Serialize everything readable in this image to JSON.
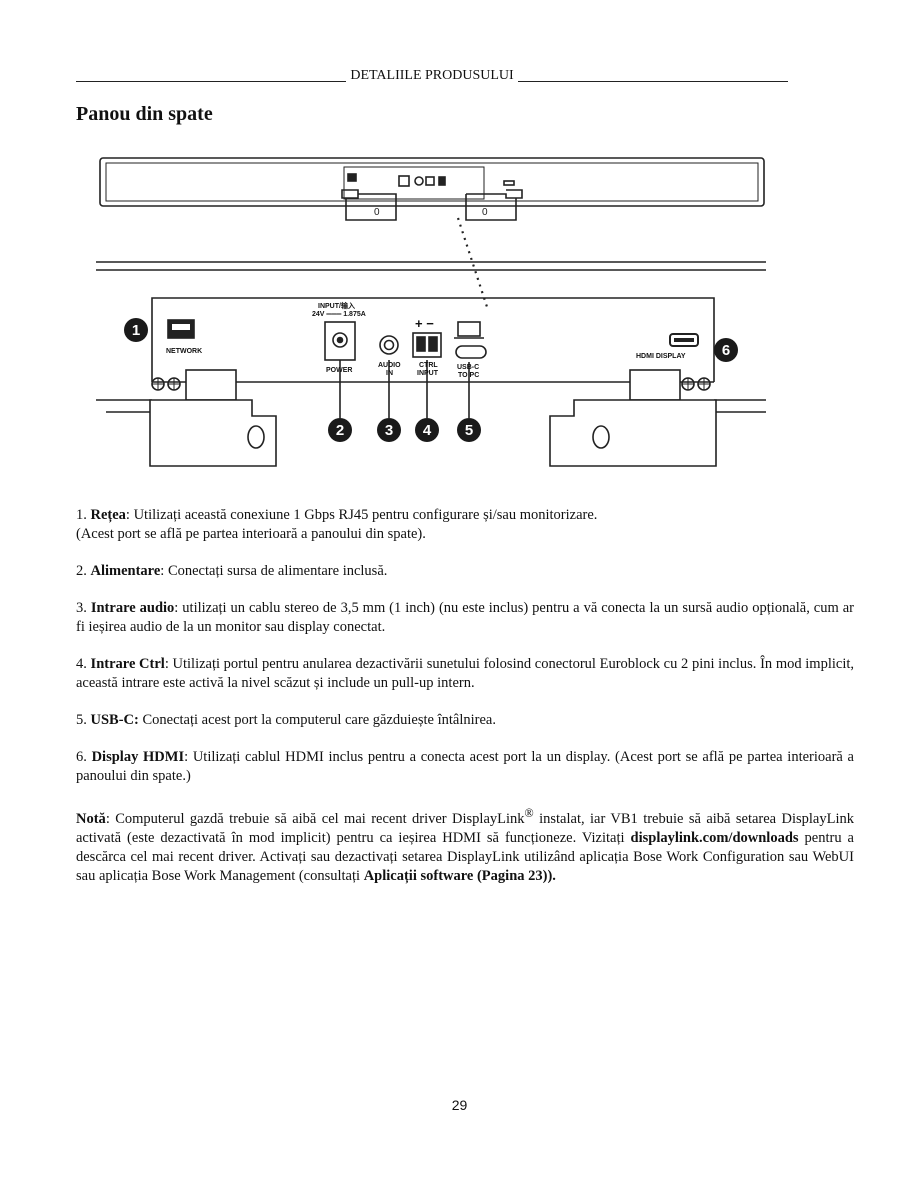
{
  "header": {
    "title": "DETALIILE PRODUSULUI"
  },
  "section": {
    "title": "Panou din spate"
  },
  "figure": {
    "labels": {
      "network": "NETWORK",
      "input_line1": "INPUT/输入",
      "input_line2": "24V ═══ 1.875A",
      "power": "POWER",
      "audio_in_1": "AUDIO",
      "audio_in_2": "IN",
      "ctrl_1": "CTRL",
      "ctrl_2": "INPUT",
      "usbc_1": "USB-C",
      "usbc_2": "TO PC",
      "hdmi": "HDMI DISPLAY",
      "plus_minus": "+ −"
    },
    "callouts": [
      "1",
      "2",
      "3",
      "4",
      "5",
      "6"
    ]
  },
  "items": [
    {
      "num": "1.",
      "term": "Rețea",
      "sep": ":",
      "text": " Utilizați această conexiune 1 Gbps RJ45 pentru configurare și/sau monitorizare.",
      "extra": "(Acest port se află pe partea interioară a panoului din spate)."
    },
    {
      "num": "2.",
      "term": "Alimentare",
      "sep": ":",
      "text": " Conectați sursa de alimentare inclusă."
    },
    {
      "num": "3.",
      "term": "Intrare audio",
      "sep": ":",
      "text": " utilizați un cablu stereo de 3,5 mm (1 inch) (nu este inclus) pentru a vă conecta la un sursă audio opțională, cum ar fi ieșirea audio de la un monitor sau display conectat."
    },
    {
      "num": "4.",
      "term": "Intrare Ctrl",
      "sep": ":",
      "text": " Utilizați portul pentru anularea dezactivării sunetului folosind conectorul Euroblock cu 2 pini inclus. În mod implicit, această intrare este activă la nivel scăzut și include un pull-up intern."
    },
    {
      "num": "5.",
      "term": "USB-C:",
      "sep": "",
      "text": " Conectați acest port la computerul care găzduiește întâlnirea."
    },
    {
      "num": "6.",
      "term": "Display HDMI",
      "sep": ":",
      "text": " Utilizați cablul HDMI inclus pentru a conecta acest port la un display. (Acest port se află pe partea interioară a panoului din spate.)"
    }
  ],
  "note": {
    "label": "Notă",
    "t1": ": Computerul gazdă trebuie să aibă cel mai recent driver DisplayLink",
    "reg": "®",
    "t2": " instalat, iar VB1 trebuie să aibă setarea DisplayLink activată (este dezactivată în mod implicit) pentru ca ieșirea HDMI să funcționeze. Vizitați ",
    "link": "displaylink.com/downloads",
    "t3": " pentru a descărca cel mai recent driver. Activați sau dezactivați setarea DisplayLink utilizând aplicația Bose Work Configuration sau WebUI sau aplicația Bose Work Management (consultați ",
    "ref": "Aplicații software (Pagina 23))."
  },
  "page_number": "29"
}
